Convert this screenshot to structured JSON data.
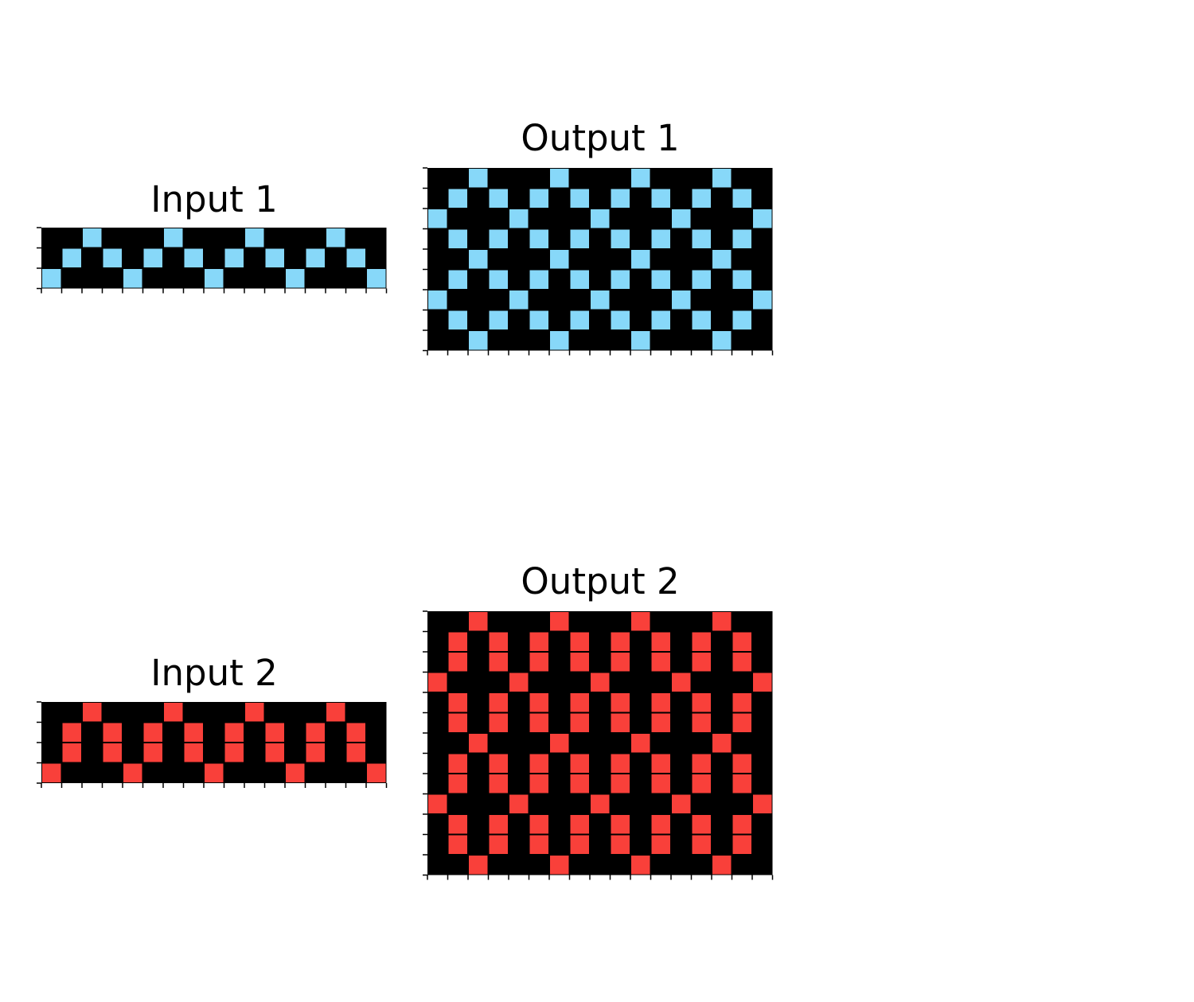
{
  "colors": {
    "0": "#000000",
    "1": "#87d8f9",
    "2": "#f9403a"
  },
  "examples": [
    {
      "input": {
        "title": "Input 1",
        "grid": [
          [
            0,
            0,
            1,
            0,
            0,
            0,
            1,
            0,
            0,
            0,
            1,
            0,
            0,
            0,
            1,
            0,
            0
          ],
          [
            0,
            1,
            0,
            1,
            0,
            1,
            0,
            1,
            0,
            1,
            0,
            1,
            0,
            1,
            0,
            1,
            0
          ],
          [
            1,
            0,
            0,
            0,
            1,
            0,
            0,
            0,
            1,
            0,
            0,
            0,
            1,
            0,
            0,
            0,
            1
          ]
        ]
      },
      "output": {
        "title": "Output 1",
        "grid": [
          [
            0,
            0,
            1,
            0,
            0,
            0,
            1,
            0,
            0,
            0,
            1,
            0,
            0,
            0,
            1,
            0,
            0
          ],
          [
            0,
            1,
            0,
            1,
            0,
            1,
            0,
            1,
            0,
            1,
            0,
            1,
            0,
            1,
            0,
            1,
            0
          ],
          [
            1,
            0,
            0,
            0,
            1,
            0,
            0,
            0,
            1,
            0,
            0,
            0,
            1,
            0,
            0,
            0,
            1
          ],
          [
            0,
            1,
            0,
            1,
            0,
            1,
            0,
            1,
            0,
            1,
            0,
            1,
            0,
            1,
            0,
            1,
            0
          ],
          [
            0,
            0,
            1,
            0,
            0,
            0,
            1,
            0,
            0,
            0,
            1,
            0,
            0,
            0,
            1,
            0,
            0
          ],
          [
            0,
            1,
            0,
            1,
            0,
            1,
            0,
            1,
            0,
            1,
            0,
            1,
            0,
            1,
            0,
            1,
            0
          ],
          [
            1,
            0,
            0,
            0,
            1,
            0,
            0,
            0,
            1,
            0,
            0,
            0,
            1,
            0,
            0,
            0,
            1
          ],
          [
            0,
            1,
            0,
            1,
            0,
            1,
            0,
            1,
            0,
            1,
            0,
            1,
            0,
            1,
            0,
            1,
            0
          ],
          [
            0,
            0,
            1,
            0,
            0,
            0,
            1,
            0,
            0,
            0,
            1,
            0,
            0,
            0,
            1,
            0,
            0
          ]
        ]
      }
    },
    {
      "input": {
        "title": "Input 2",
        "grid": [
          [
            0,
            0,
            2,
            0,
            0,
            0,
            2,
            0,
            0,
            0,
            2,
            0,
            0,
            0,
            2,
            0,
            0
          ],
          [
            0,
            2,
            0,
            2,
            0,
            2,
            0,
            2,
            0,
            2,
            0,
            2,
            0,
            2,
            0,
            2,
            0
          ],
          [
            0,
            2,
            0,
            2,
            0,
            2,
            0,
            2,
            0,
            2,
            0,
            2,
            0,
            2,
            0,
            2,
            0
          ],
          [
            2,
            0,
            0,
            0,
            2,
            0,
            0,
            0,
            2,
            0,
            0,
            0,
            2,
            0,
            0,
            0,
            2
          ]
        ]
      },
      "output": {
        "title": "Output 2",
        "grid": [
          [
            0,
            0,
            2,
            0,
            0,
            0,
            2,
            0,
            0,
            0,
            2,
            0,
            0,
            0,
            2,
            0,
            0
          ],
          [
            0,
            2,
            0,
            2,
            0,
            2,
            0,
            2,
            0,
            2,
            0,
            2,
            0,
            2,
            0,
            2,
            0
          ],
          [
            0,
            2,
            0,
            2,
            0,
            2,
            0,
            2,
            0,
            2,
            0,
            2,
            0,
            2,
            0,
            2,
            0
          ],
          [
            2,
            0,
            0,
            0,
            2,
            0,
            0,
            0,
            2,
            0,
            0,
            0,
            2,
            0,
            0,
            0,
            2
          ],
          [
            0,
            2,
            0,
            2,
            0,
            2,
            0,
            2,
            0,
            2,
            0,
            2,
            0,
            2,
            0,
            2,
            0
          ],
          [
            0,
            2,
            0,
            2,
            0,
            2,
            0,
            2,
            0,
            2,
            0,
            2,
            0,
            2,
            0,
            2,
            0
          ],
          [
            0,
            0,
            2,
            0,
            0,
            0,
            2,
            0,
            0,
            0,
            2,
            0,
            0,
            0,
            2,
            0,
            0
          ],
          [
            0,
            2,
            0,
            2,
            0,
            2,
            0,
            2,
            0,
            2,
            0,
            2,
            0,
            2,
            0,
            2,
            0
          ],
          [
            0,
            2,
            0,
            2,
            0,
            2,
            0,
            2,
            0,
            2,
            0,
            2,
            0,
            2,
            0,
            2,
            0
          ],
          [
            2,
            0,
            0,
            0,
            2,
            0,
            0,
            0,
            2,
            0,
            0,
            0,
            2,
            0,
            0,
            0,
            2
          ],
          [
            0,
            2,
            0,
            2,
            0,
            2,
            0,
            2,
            0,
            2,
            0,
            2,
            0,
            2,
            0,
            2,
            0
          ],
          [
            0,
            2,
            0,
            2,
            0,
            2,
            0,
            2,
            0,
            2,
            0,
            2,
            0,
            2,
            0,
            2,
            0
          ],
          [
            0,
            0,
            2,
            0,
            0,
            0,
            2,
            0,
            0,
            0,
            2,
            0,
            0,
            0,
            2,
            0,
            0
          ]
        ]
      }
    }
  ]
}
